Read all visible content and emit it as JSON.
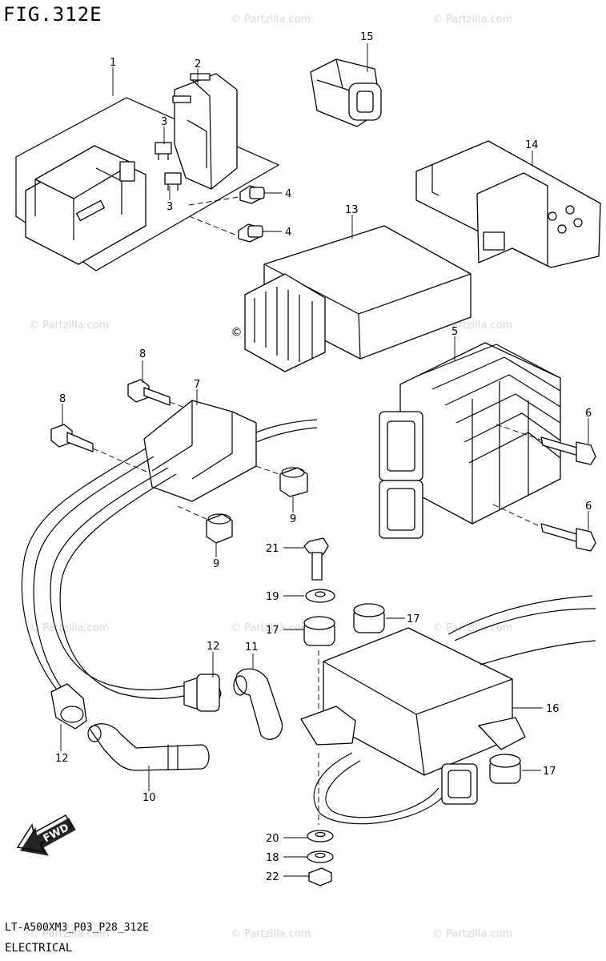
{
  "figure": {
    "title": "FIG.312E",
    "code": "LT-A500XM3_P03_P28_312E",
    "category": "ELECTRICAL",
    "fwd_label": "FWD",
    "watermark": "© Partzilla.com"
  },
  "callouts": {
    "c1": "1",
    "c2": "2",
    "c3a": "3",
    "c3b": "3",
    "c4a": "4",
    "c4b": "4",
    "c5": "5",
    "c6a": "6",
    "c6b": "6",
    "c7": "7",
    "c8a": "8",
    "c8b": "8",
    "c9a": "9",
    "c9b": "9",
    "c10": "10",
    "c11": "11",
    "c12a": "12",
    "c12b": "12",
    "c13": "13",
    "c14": "14",
    "c15": "15",
    "c16": "16",
    "c17a": "17",
    "c17b": "17",
    "c17c": "17",
    "c18": "18",
    "c19": "19",
    "c20": "20",
    "c21": "21",
    "c22": "22"
  },
  "colors": {
    "line": "#000000",
    "background": "#ffffff",
    "watermark": "#d8d8d8"
  }
}
